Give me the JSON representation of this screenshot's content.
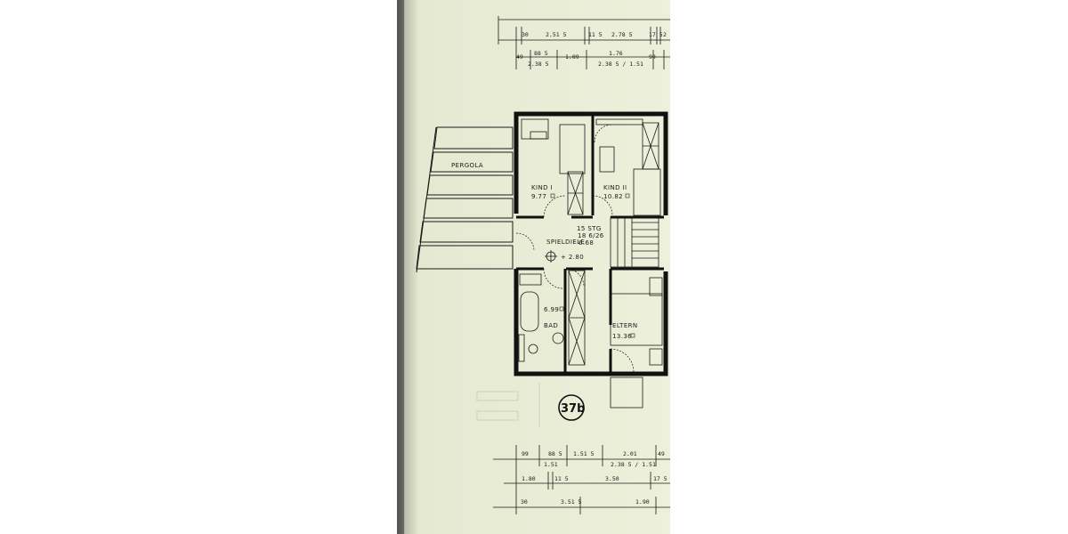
{
  "rooms": {
    "kind1": {
      "name": "KIND I",
      "area": "9.77"
    },
    "kind2": {
      "name": "KIND II",
      "area": "10.82"
    },
    "spieldiele": {
      "name": "SPIELDIELE",
      "area": "6.68",
      "stairs": "15 STG",
      "stair_ratio": "18 6/26"
    },
    "bad": {
      "name": "BAD",
      "area": "6.99"
    },
    "eltern": {
      "name": "ELTERN",
      "area": "13.36"
    },
    "pergola": {
      "name": "PERGOLA"
    }
  },
  "level_mark": "+ 2.80",
  "plan_id": "37b",
  "top_dimensions": {
    "row1": [
      "30",
      "2.51 5",
      "11 5",
      "2.78 5",
      "17 5",
      "2"
    ],
    "row2": [
      "49",
      "88 5",
      "1.09",
      "1.76",
      "99"
    ],
    "row2_sub": [
      "2.38 5",
      "2.38 5 / 1.51"
    ]
  },
  "bottom_dimensions": {
    "row1": [
      "99",
      "88 5",
      "1.51 5",
      "2.01",
      "49"
    ],
    "row1_sub": [
      "1.51",
      "2.38 5 / 1.51"
    ],
    "row2": [
      "1.80",
      "11 5",
      "3.50",
      "17 5"
    ],
    "row3": [
      "30",
      "3.51 5",
      "1.90"
    ]
  },
  "colors": {
    "paper": "#e8ebd4",
    "ink": "#1a1a1a",
    "fold": "#6b6b66"
  }
}
